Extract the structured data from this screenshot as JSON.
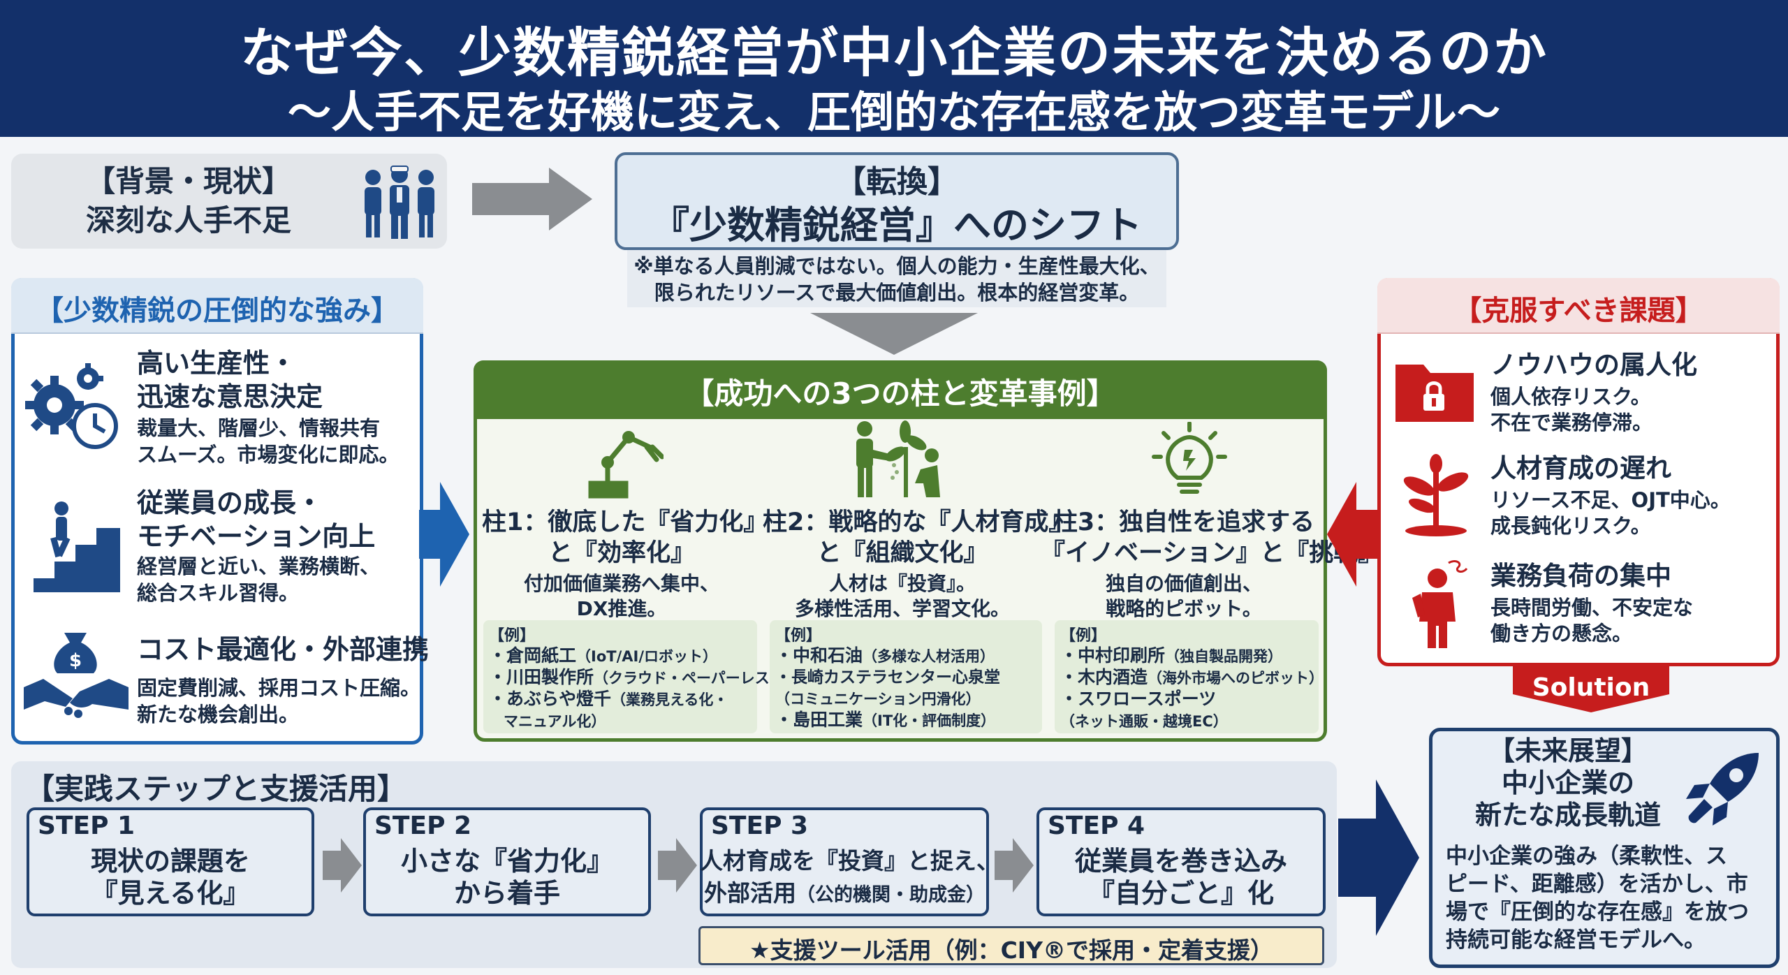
{
  "header": {
    "title": "なぜ今、少数精鋭経営が中小企業の未来を決めるのか",
    "subtitle": "～人手不足を好機に変え、圧倒的な存在感を放つ変革モデル～"
  },
  "background": {
    "label": "【背景・現状】",
    "text": "深刻な人手不足",
    "icon": "workers-icon"
  },
  "shift": {
    "label": "【転換】",
    "title": "『少数精鋭経営』へのシフト",
    "note_line1": "※単なる人員削減ではない。個人の能力・生産性最大化、",
    "note_line2": "限られたリソースで最大価値創出。根本的経営変革。"
  },
  "strengths": {
    "title": "【少数精鋭の圧倒的な強み】",
    "items": [
      {
        "title1": "高い生産性・",
        "title2": "迅速な意思決定",
        "desc1": "裁量大、階層少、情報共有",
        "desc2": "スムーズ。市場変化に即応。",
        "icon": "gears-clock-icon"
      },
      {
        "title1": "従業員の成長・",
        "title2": "モチベーション向上",
        "desc1": "経営層と近い、業務横断、",
        "desc2": "総合スキル習得。",
        "icon": "stairs-climb-icon"
      },
      {
        "title1": "コスト最適化・外部連携",
        "title2": "",
        "desc1": "固定費削減、採用コスト圧縮。",
        "desc2": "新たな機会創出。",
        "icon": "money-handshake-icon"
      }
    ]
  },
  "pillars": {
    "title": "【成功への3つの柱と変革事例】",
    "items": [
      {
        "title1": "柱1：徹底した『省力化』",
        "title2": "と『効率化』",
        "desc1": "付加価値業務へ集中、",
        "desc2": "DX推進。",
        "icon": "robot-arm-icon",
        "example_label": "【例】",
        "cases": [
          {
            "name": "・倉岡紙工",
            "detail": "（IoT/AI/ロボット）"
          },
          {
            "name": "・川田製作所",
            "detail": "（クラウド・ペーパーレス）"
          },
          {
            "name": "・あぶらや燈千",
            "detail": "（業務見える化・"
          },
          {
            "name": "",
            "detail": "　マニュアル化）"
          }
        ]
      },
      {
        "title1": "柱2：戦略的な『人材育成』",
        "title2": "と『組織文化』",
        "desc1": "人材は『投資』。",
        "desc2": "多様性活用、学習文化。",
        "icon": "growing-people-icon",
        "example_label": "【例】",
        "cases": [
          {
            "name": "・中和石油",
            "detail": "（多様な人材活用）"
          },
          {
            "name": "・長崎カステラセンター心泉堂",
            "detail": ""
          },
          {
            "name": "",
            "detail": "（コミュニケーション円滑化）"
          },
          {
            "name": "・島田工業",
            "detail": "（IT化・評価制度）"
          }
        ]
      },
      {
        "title1": "柱3：独自性を追求する",
        "title2": "『イノベーション』と『挑戦』",
        "desc1": "独自の価値創出、",
        "desc2": "戦略的ピボット。",
        "icon": "lightbulb-icon",
        "example_label": "【例】",
        "cases": [
          {
            "name": "・中村印刷所",
            "detail": "（独自製品開発）"
          },
          {
            "name": "・木内酒造",
            "detail": "（海外市場へのピボット）"
          },
          {
            "name": "・スワロースポーツ",
            "detail": ""
          },
          {
            "name": "",
            "detail": "（ネット通販・越境EC）"
          }
        ]
      }
    ]
  },
  "issues": {
    "title": "【克服すべき課題】",
    "items": [
      {
        "title": "ノウハウの属人化",
        "desc1": "個人依存リスク。",
        "desc2": "不在で業務停滞。",
        "icon": "locked-folder-icon"
      },
      {
        "title": "人材育成の遅れ",
        "desc1": "リソース不足、OJT中心。",
        "desc2": "成長鈍化リスク。",
        "icon": "wilting-plant-icon"
      },
      {
        "title": "業務負荷の集中",
        "desc1": "長時間労働、不安定な",
        "desc2": "働き方の懸念。",
        "icon": "stressed-person-icon"
      }
    ]
  },
  "solution": {
    "label": "Solution"
  },
  "steps": {
    "title": "【実践ステップと支援活用】",
    "items": [
      {
        "no": "STEP 1",
        "line1": "現状の課題を",
        "line2": "『見える化』"
      },
      {
        "no": "STEP 2",
        "line1": "小さな『省力化』",
        "line2": "から着手"
      },
      {
        "no": "STEP 3",
        "line1": "人材育成を『投資』と捉え、",
        "line2": "外部活用",
        "line2_small": "（公的機関・助成金）"
      },
      {
        "no": "STEP 4",
        "line1": "従業員を巻き込み",
        "line2": "『自分ごと』化"
      }
    ],
    "tool": "★支援ツール活用（例：CIY®で採用・定着支援）"
  },
  "future": {
    "label": "【未来展望】",
    "line1": "中小企業の",
    "line2": "新たな成長軌道",
    "desc": [
      "中小企業の強み（柔軟性、ス",
      "ピード、距離感）を活かし、市",
      "場で『圧倒的な存在感』を放つ",
      "持続可能な経営モデルへ。"
    ],
    "icon": "rocket-icon"
  },
  "colors": {
    "navy": "#13306a",
    "blue": "#1e63b0",
    "green": "#4d7d2e",
    "red": "#c61d1d",
    "gray_arrow": "#8a8d91"
  }
}
